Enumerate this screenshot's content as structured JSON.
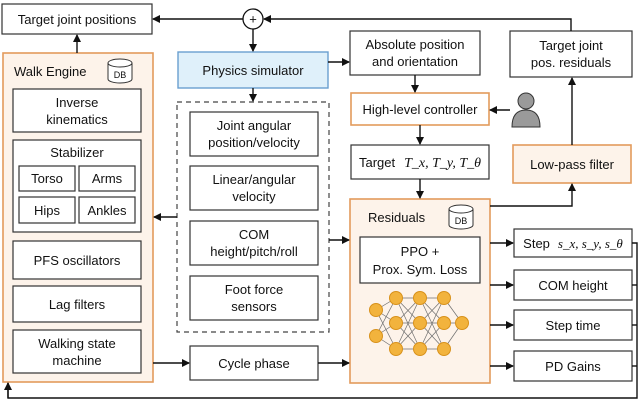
{
  "colors": {
    "accent_orange": "#e39b5c",
    "orange_fill": "#fdf3ea",
    "blue_fill": "#dff0fa",
    "blue_stroke": "#6a9fcf",
    "node_fill": "#f2b33d"
  },
  "icons": {
    "database": "database-icon",
    "user": "user-icon",
    "summing_junction": "summing-junction-icon"
  },
  "diagram": {
    "target_joint_positions": "Target joint positions",
    "sum_symbol": "+",
    "physics_simulator": "Physics simulator",
    "absolute_position": [
      "Absolute position",
      "and orientation"
    ],
    "target_joint_residuals": [
      "Target joint",
      "pos. residuals"
    ],
    "walk_engine": {
      "title": "Walk Engine",
      "db_label": "DB",
      "inverse_kinematics": [
        "Inverse",
        "kinematics"
      ],
      "stabilizer": {
        "title": "Stabilizer",
        "items": [
          "Torso",
          "Arms",
          "Hips",
          "Ankles"
        ]
      },
      "pfs_oscillators": "PFS oscillators",
      "lag_filters": "Lag filters",
      "walking_state_machine": [
        "Walking state",
        "machine"
      ]
    },
    "sensors": [
      [
        "Joint angular",
        "position/velocity"
      ],
      [
        "Linear/angular",
        "velocity"
      ],
      [
        "COM",
        "height/pitch/roll"
      ],
      [
        "Foot force",
        "sensors"
      ]
    ],
    "high_level_controller": "High-level controller",
    "target_label": "Target",
    "target_math": "T_x, T_y, T_θ",
    "low_pass_filter": "Low-pass filter",
    "residuals": {
      "title": "Residuals",
      "db_label": "DB",
      "ppo": [
        "PPO +",
        "Prox. Sym. Loss"
      ]
    },
    "cycle_phase": "Cycle phase",
    "outputs": {
      "step_label": "Step",
      "step_math": "s_x, s_y, s_θ",
      "com_height": "COM height",
      "step_time": "Step time",
      "pd_gains": "PD Gains"
    }
  }
}
